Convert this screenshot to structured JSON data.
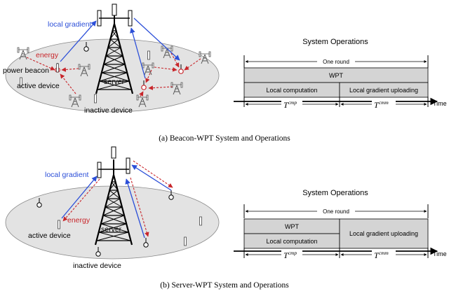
{
  "colors": {
    "blue": "#2c4fd8",
    "red": "#c8252a",
    "ellipse_fill": "#e3e3e3",
    "box_fill": "#d4d4d4"
  },
  "top": {
    "local_gradient": "local gradient",
    "energy": "energy",
    "power_beacon": "power beacon",
    "active_device": "active device",
    "server": "server",
    "inactive_device": "inactive device",
    "ops_title": "System Operations",
    "one_round": "One round",
    "wpt": "WPT",
    "local_computation": "Local computation",
    "local_gradient_uploading": "Local gradient uploading",
    "t_cmp": "T",
    "t_cmp_sup": "cmp",
    "t_cmm": "T",
    "t_cmm_sup": "cmm",
    "time": "Time",
    "caption": "(a)  Beacon-WPT System and Operations"
  },
  "bottom": {
    "local_gradient": "local gradient",
    "energy": "energy",
    "active_device": "active device",
    "server": "server",
    "inactive_device": "inactive device",
    "ops_title": "System Operations",
    "one_round": "One round",
    "wpt": "WPT",
    "local_computation": "Local computation",
    "local_gradient_uploading": "Local gradient uploading",
    "t_cmp": "T",
    "t_cmp_sup": "cmp",
    "t_cmm": "T",
    "t_cmm_sup": "cmm",
    "time": "Time",
    "caption": "(b)  Server-WPT System and Operations"
  }
}
